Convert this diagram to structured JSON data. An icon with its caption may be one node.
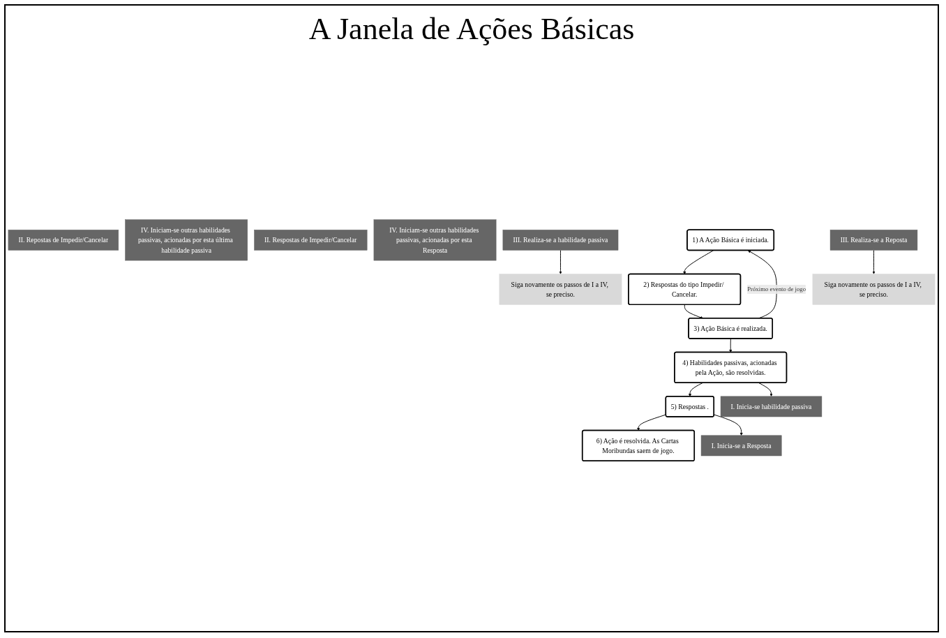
{
  "diagram": {
    "title": "A Janela de Ações Básicas",
    "nodes": [
      {
        "text": [
          "1) A Ação Básica é iniciada."
        ]
      },
      {
        "text": [
          "2) Respostas do tipo Impedir/ Cancelar."
        ]
      },
      {
        "text": [
          "3) Ação Básica é realizada."
        ]
      },
      {
        "text": [
          "4) Habilidades passivas, acionadas pela Ação, são resolvidas."
        ]
      },
      {
        "text": [
          "5) Respostas ."
        ]
      },
      {
        "text": [
          "6) Ação é resolvida. As Cartas Moribundas saem de jogo."
        ]
      },
      {
        "text": [
          "I. Inicia-se habilidade passiva"
        ]
      },
      {
        "text": [
          "II. Repostas de Impedir/Cancelar"
        ]
      },
      {
        "text": [
          "III. Realiza-se a habilidade passiva"
        ]
      },
      {
        "text": [
          "IV. Iniciam-se outras habilidades passivas, acionadas por esta última habilidade passiva"
        ]
      },
      {
        "text": [
          "Siga novamente os passos de I a IV, se preciso."
        ]
      },
      {
        "text": [
          "I. Inicia-se a Resposta"
        ]
      },
      {
        "text": [
          "II. Respostas de Impedir/Cancelar"
        ]
      },
      {
        "text": [
          "III. Realiza-se a Reposta"
        ]
      },
      {
        "text": [
          "IV. Iniciam-se outras habilidades passivas, acionadas por esta Resposta"
        ]
      },
      {
        "text": [
          "Siga novamente os passos de I a IV, se preciso."
        ]
      }
    ],
    "edges": [
      {
        "from": 0,
        "to": 1,
        "arrow": "to"
      },
      {
        "from": 1,
        "to": 2,
        "arrow": "to"
      },
      {
        "from": 2,
        "to": 0,
        "arrow": "to",
        "label": "Próximo evento de jogo"
      },
      {
        "from": 2,
        "to": 3,
        "arrow": "to"
      },
      {
        "from": 3,
        "to": 4,
        "arrow": "to"
      },
      {
        "from": 4,
        "to": 5,
        "arrow": "to"
      },
      {
        "from": 3,
        "to": 6,
        "arrow": "to"
      },
      {
        "from": 8,
        "to": 10,
        "arrow": "to"
      },
      {
        "from": 4,
        "to": 11,
        "arrow": "to"
      },
      {
        "from": 13,
        "to": 15,
        "arrow": "to"
      }
    ]
  }
}
